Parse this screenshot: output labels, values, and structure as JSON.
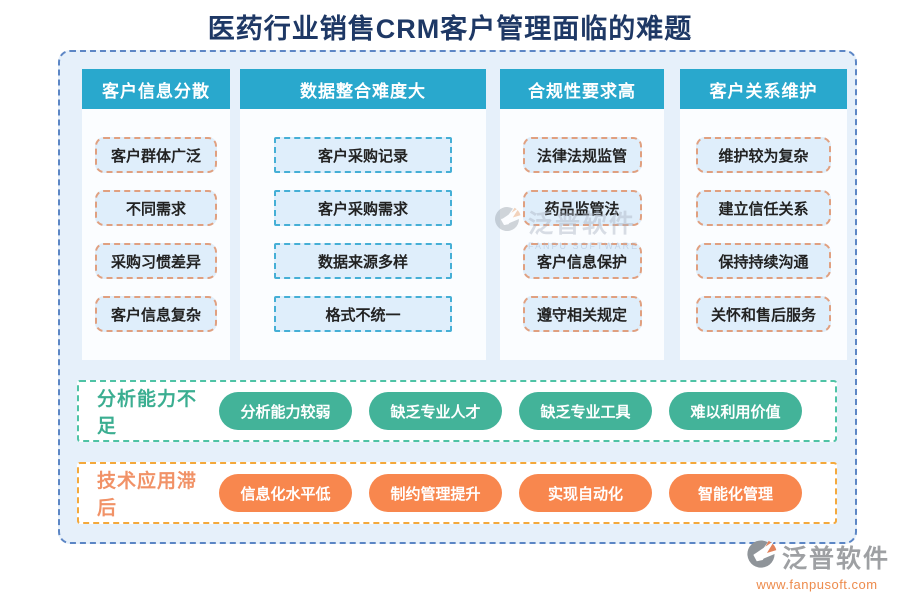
{
  "title": "医药行业销售CRM客户管理面临的难题",
  "columns": [
    {
      "header": "客户信息分散",
      "items": [
        "客户群体广泛",
        "不同需求",
        "采购习惯差异",
        "客户信息复杂"
      ]
    },
    {
      "header": "数据整合难度大",
      "items": [
        "客户采购记录",
        "客户采购需求",
        "数据来源多样",
        "格式不统一"
      ]
    },
    {
      "header": "合规性要求高",
      "items": [
        "法律法规监管",
        "药品监管法",
        "客户信息保护",
        "遵守相关规定"
      ]
    },
    {
      "header": "客户关系维护",
      "items": [
        "维护较为复杂",
        "建立信任关系",
        "保持持续沟通",
        "关怀和售后服务"
      ]
    }
  ],
  "rows": [
    {
      "label": "分析能力不足",
      "theme": "green",
      "pills": [
        "分析能力较弱",
        "缺乏专业人才",
        "缺乏专业工具",
        "难以利用价值"
      ]
    },
    {
      "label": "技术应用滞后",
      "theme": "orange",
      "pills": [
        "信息化水平低",
        "制约管理提升",
        "实现自动化",
        "智能化管理"
      ]
    }
  ],
  "watermark": {
    "text": "泛普软件",
    "subtext": "FANPU SOFTWARE"
  },
  "logo": {
    "name": "泛普软件",
    "url": "www.fanpusoft.com"
  },
  "colors": {
    "header_teal": "#29A8CD",
    "board_fill": "#E6F0FA",
    "board_border": "#5C86C5",
    "item_fill": "#DFEEFB",
    "item_border_orange": "#E0A080",
    "item_border_blue": "#45AFD6",
    "green_pill": "#43B399",
    "orange_pill": "#F8874E",
    "title_navy": "#1E3865",
    "url_orange": "#ED8B4C"
  }
}
